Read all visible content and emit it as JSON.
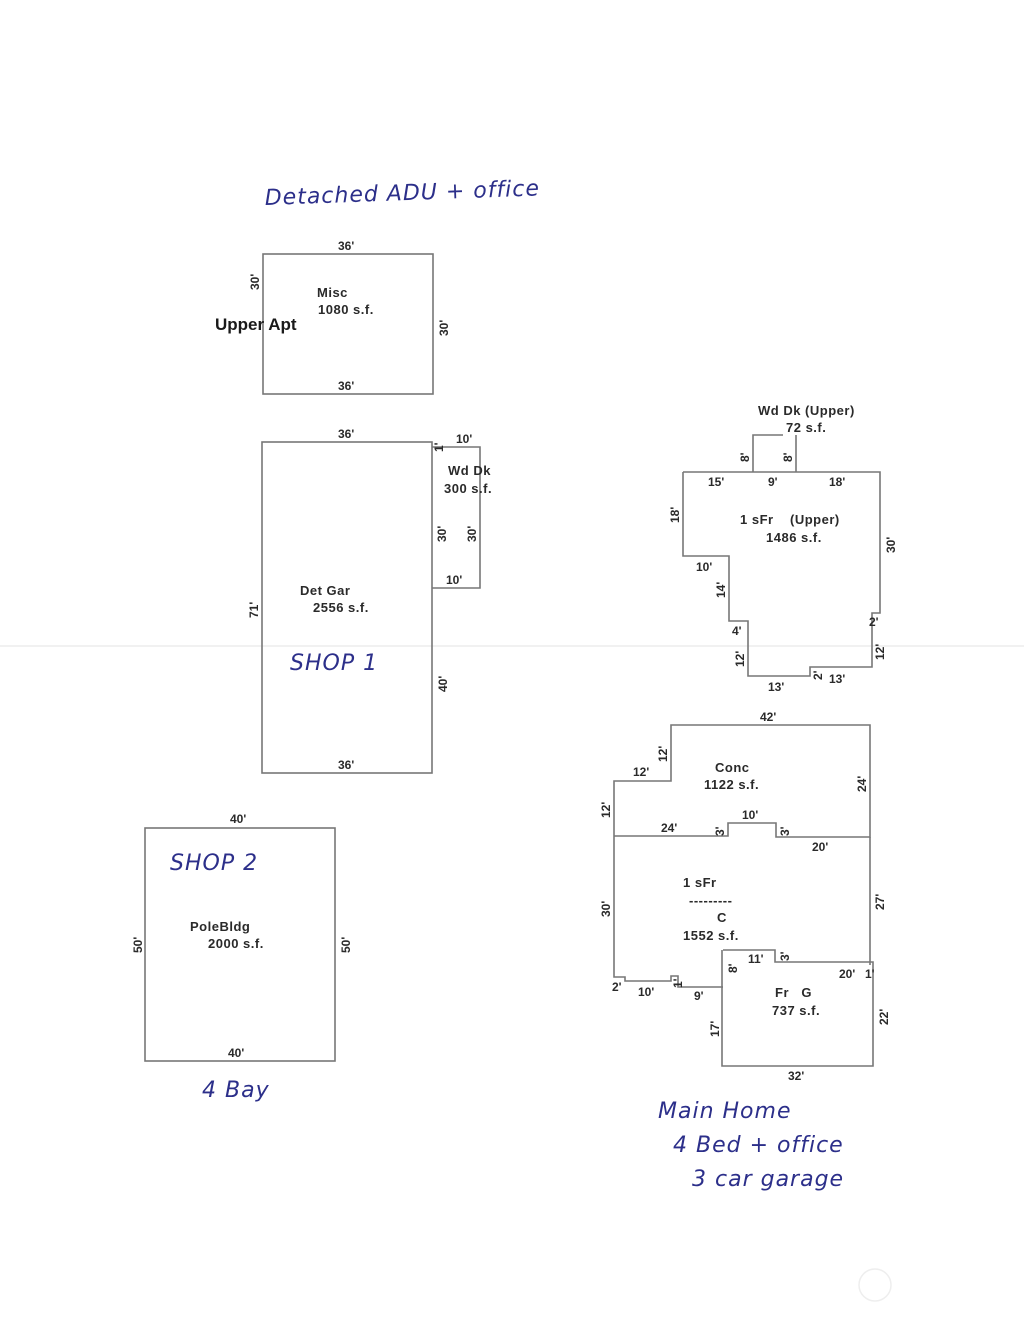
{
  "document": {
    "type": "building sketch / floor plan footprint",
    "handwritten_notes": {
      "adu_title": "Detached ADU + office",
      "shop1": "SHOP 1",
      "shop2": "SHOP 2",
      "shop2_note": "4 Bay",
      "main_home_line1": "Main Home",
      "main_home_line2": "4 Bed + office",
      "main_home_line3": "3 car garage"
    },
    "colors": {
      "ink_handwriting": "#2c2f8a",
      "outline": "#777777",
      "print_text": "#2a2a2a"
    }
  },
  "buildings": {
    "adu": {
      "name": "Misc",
      "area": "1080 s.f.",
      "extra_label": "Upper Apt",
      "dims": {
        "top": "36'",
        "bottom": "36'",
        "left": "30'",
        "right": "30'"
      }
    },
    "det_gar": {
      "name": "Det Gar",
      "area": "2556 s.f.",
      "dims": {
        "top": "36'",
        "bottom": "36'",
        "left": "71'",
        "right": "40'"
      }
    },
    "wd_dk": {
      "name": "Wd Dk",
      "area": "300 s.f.",
      "dims": {
        "top": "10'",
        "bottom": "10'",
        "left": "30'",
        "right": "30'",
        "offset": "1'"
      }
    },
    "pole_bldg": {
      "name": "PoleBldg",
      "area": "2000 s.f.",
      "dims": {
        "top": "40'",
        "bottom": "40'",
        "left": "50'",
        "right": "50'"
      }
    },
    "upper_deck": {
      "name": "Wd Dk  (Upper)",
      "area": "72 s.f.",
      "dims": {
        "left": "8'",
        "right": "8'",
        "width": "9'"
      }
    },
    "upper_floor": {
      "name": "1 sFr    (Upper)",
      "area": "1486 s.f.",
      "dims": {
        "top_left": "15'",
        "top_mid": "9'",
        "top_right": "18'",
        "left": "18'",
        "right": "30'",
        "step_a": "10'",
        "step_b": "14'",
        "step_c": "4'",
        "step_d": "12'",
        "bottom_left": "13'",
        "bottom_jog": "2'",
        "bottom_right": "13'",
        "right_lower": "12'",
        "right_jog": "2'"
      }
    },
    "conc": {
      "name": "Conc",
      "area": "1122 s.f.",
      "dims": {
        "top": "42'",
        "right": "24'",
        "upper_left_v": "12'",
        "upper_left_h": "12'",
        "left": "12'",
        "bottom_left": "24'",
        "bump_l": "3'",
        "bump_top": "10'",
        "bump_r": "3'",
        "bottom_right": "20'"
      }
    },
    "main_floor": {
      "name": "1 sFr",
      "divider": "---------",
      "sub": "C",
      "area": "1552 s.f.",
      "dims": {
        "left": "30'",
        "right": "27'",
        "jog_a": "2'",
        "bottom_a": "10'",
        "jog_b": "1'",
        "bottom_b": "9'"
      }
    },
    "garage": {
      "name": "Fr   G",
      "area": "737 s.f.",
      "dims": {
        "top_left": "11'",
        "top_jog": "3'",
        "top_right": "20'",
        "right_jog": "1'",
        "left_upper": "8'",
        "left": "17'",
        "right": "22'",
        "bottom": "32'"
      }
    }
  }
}
